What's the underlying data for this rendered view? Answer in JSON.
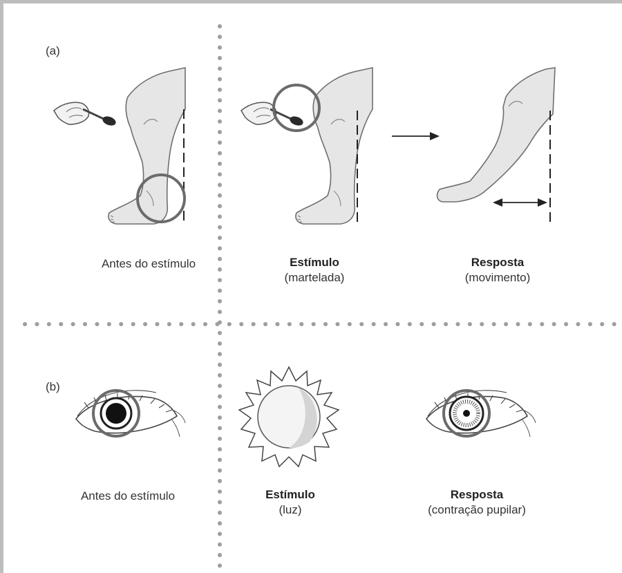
{
  "panel_a": {
    "label": "(a)",
    "before": {
      "caption": "Antes do estímulo"
    },
    "stimulus": {
      "title": "Estímulo",
      "detail": "(martelada)"
    },
    "response": {
      "title": "Resposta",
      "detail": "(movimento)"
    }
  },
  "panel_b": {
    "label": "(b)",
    "before": {
      "caption": "Antes do estímulo"
    },
    "stimulus": {
      "title": "Estímulo",
      "detail": "(luz)"
    },
    "response": {
      "title": "Resposta",
      "detail": "(contração pupilar)"
    }
  },
  "colors": {
    "frame": "#bdbdbd",
    "divider_dots": "#9e9e9e",
    "highlight_circle": "#6b6b6b",
    "leg_fill": "#e6e6e6",
    "text": "#333333"
  }
}
